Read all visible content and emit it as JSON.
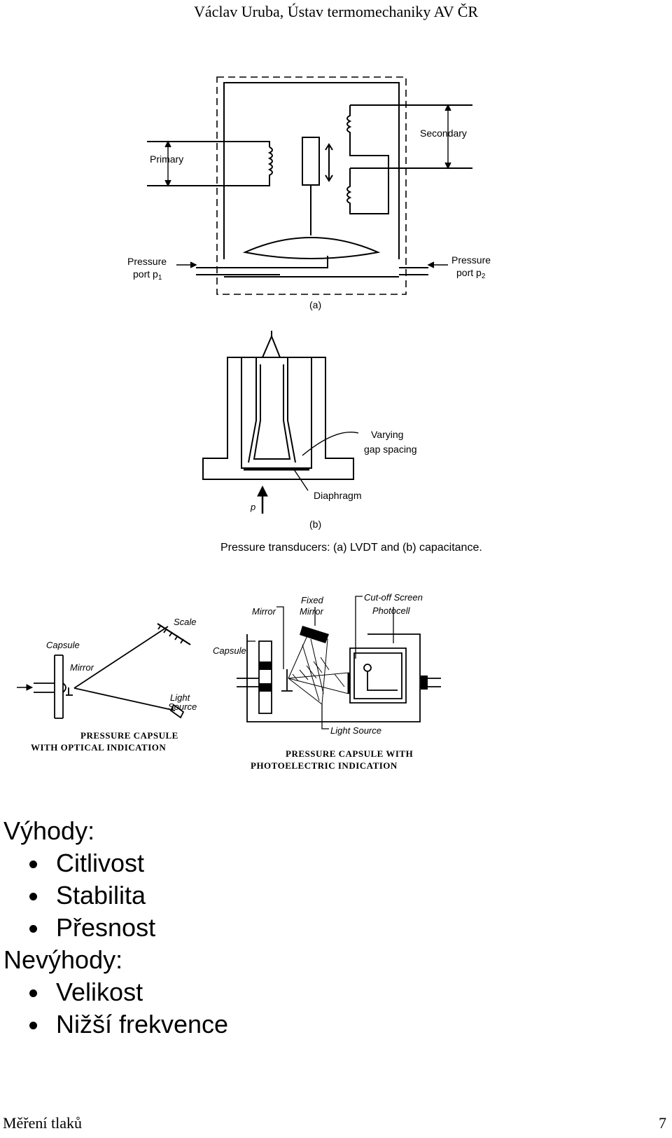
{
  "header": {
    "text": "Václav Uruba, Ústav termomechaniky AV ČR"
  },
  "figure_a": {
    "labels": {
      "primary": "Primary",
      "secondary": "Secondary",
      "pressure_left": "Pressure",
      "port_left": "port p",
      "port_left_sub": "1",
      "pressure_right": "Pressure",
      "port_right": "port p",
      "port_right_sub": "2",
      "caption": "(a)"
    }
  },
  "figure_b": {
    "labels": {
      "varying": "Varying",
      "gap_spacing": "gap spacing",
      "diaphragm": "Diaphragm",
      "p": "p",
      "caption": "(b)"
    },
    "figure_caption": "Pressure transducers: (a) LVDT and (b) capacitance."
  },
  "figure_optical": {
    "labels": {
      "capsule": "Capsule",
      "mirror": "Mirror",
      "scale": "Scale",
      "light": "Light",
      "source": "Source"
    },
    "caption_line1": "Pressure Capsule",
    "caption_line2": "with Optical Indication"
  },
  "figure_photo": {
    "labels": {
      "fixed": "Fixed",
      "fixed_mirror": "Mirror",
      "mirror": "Mirror",
      "cutoff": "Cut-off Screen",
      "photocell": "Photocell",
      "capsule": "Capsule",
      "light_source": "Light Source"
    },
    "caption_line1": "Pressure Capsule with",
    "caption_line2": "Photoelectric Indication"
  },
  "advantages": {
    "heading": "Výhody:",
    "items": [
      "Citlivost",
      "Stabilita",
      "Přesnost"
    ]
  },
  "disadvantages": {
    "heading": "Nevýhody:",
    "items": [
      "Velikost",
      "Nižší frekvence"
    ]
  },
  "footer": {
    "left": "Měření tlaků",
    "page": "7"
  }
}
